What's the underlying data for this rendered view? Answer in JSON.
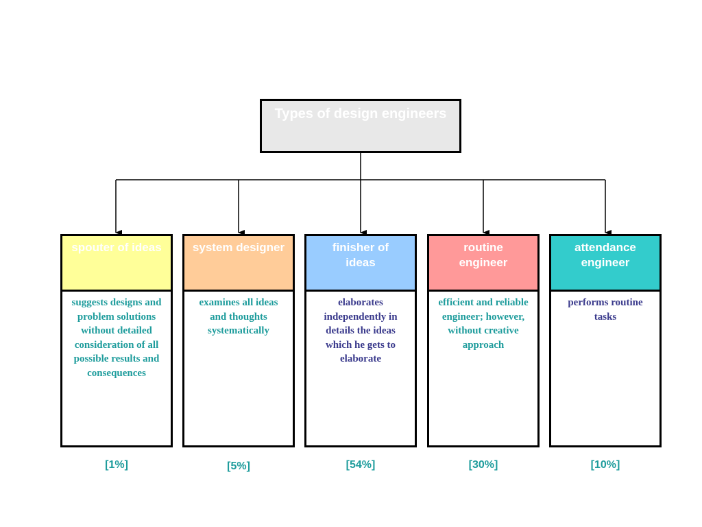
{
  "root": {
    "title": "Types of design engineers"
  },
  "types": [
    {
      "name": "spouter of ideas",
      "description": "suggests designs and problem solutions without detailed consideration of all possible results and consequences",
      "share": "[1%]",
      "head_color": "#ffff99",
      "text_color": "#1e9c9c"
    },
    {
      "name": "system designer",
      "description": "examines all ideas and thoughts systematically",
      "share": "[5%]",
      "head_color": "#ffcc99",
      "text_color": "#1e9c9c"
    },
    {
      "name": "finisher of ideas",
      "description": "elaborates independently in details the ideas which he gets to elaborate",
      "share": "[54%]",
      "head_color": "#99ccff",
      "text_color": "#3a3a8c"
    },
    {
      "name": "routine engineer",
      "description": "efficient and reliable engineer; however, without creative approach",
      "share": "[30%]",
      "head_color": "#ff9999",
      "text_color": "#1e9c9c"
    },
    {
      "name": "attendance engineer",
      "description": "performs routine tasks",
      "share": "[10%]",
      "head_color": "#33cccc",
      "text_color": "#3a3a8c"
    }
  ]
}
